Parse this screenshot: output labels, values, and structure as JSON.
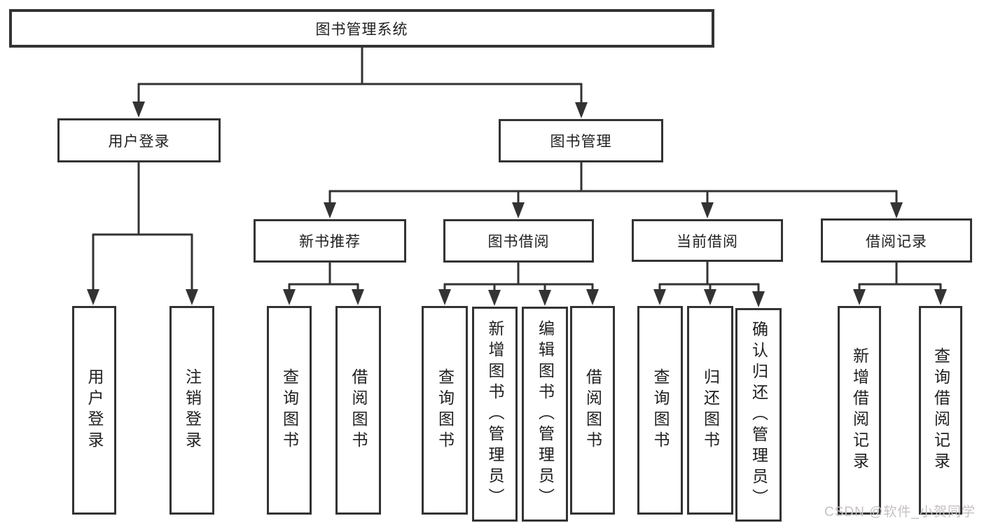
{
  "diagram": {
    "root": {
      "label": "图书管理系统"
    },
    "branches": [
      {
        "label": "用户登录",
        "children": [
          {
            "label": "用户登录"
          },
          {
            "label": "注销登录"
          }
        ]
      },
      {
        "label": "图书管理",
        "children": [
          {
            "label": "新书推荐",
            "children": [
              {
                "label": "查询图书"
              },
              {
                "label": "借阅图书"
              }
            ]
          },
          {
            "label": "图书借阅",
            "children": [
              {
                "label": "查询图书"
              },
              {
                "label": "新增图书（管理员）"
              },
              {
                "label": "编辑图书（管理员）"
              },
              {
                "label": "借阅图书"
              }
            ]
          },
          {
            "label": "当前借阅",
            "children": [
              {
                "label": "查询图书"
              },
              {
                "label": "归还图书"
              },
              {
                "label": "确认归还（管理员）"
              }
            ]
          },
          {
            "label": "借阅记录",
            "children": [
              {
                "label": "新增借阅记录"
              },
              {
                "label": "查询借阅记录"
              }
            ]
          }
        ]
      }
    ]
  },
  "watermark": {
    "text": "CSDN @软件_小贺同学"
  },
  "colors": {
    "line": "#333333",
    "box_border": "#333333",
    "box_background": "#ffffff",
    "text": "#1f1f1f",
    "watermark": "#c6c0c2",
    "page_background": "#ffffff"
  }
}
